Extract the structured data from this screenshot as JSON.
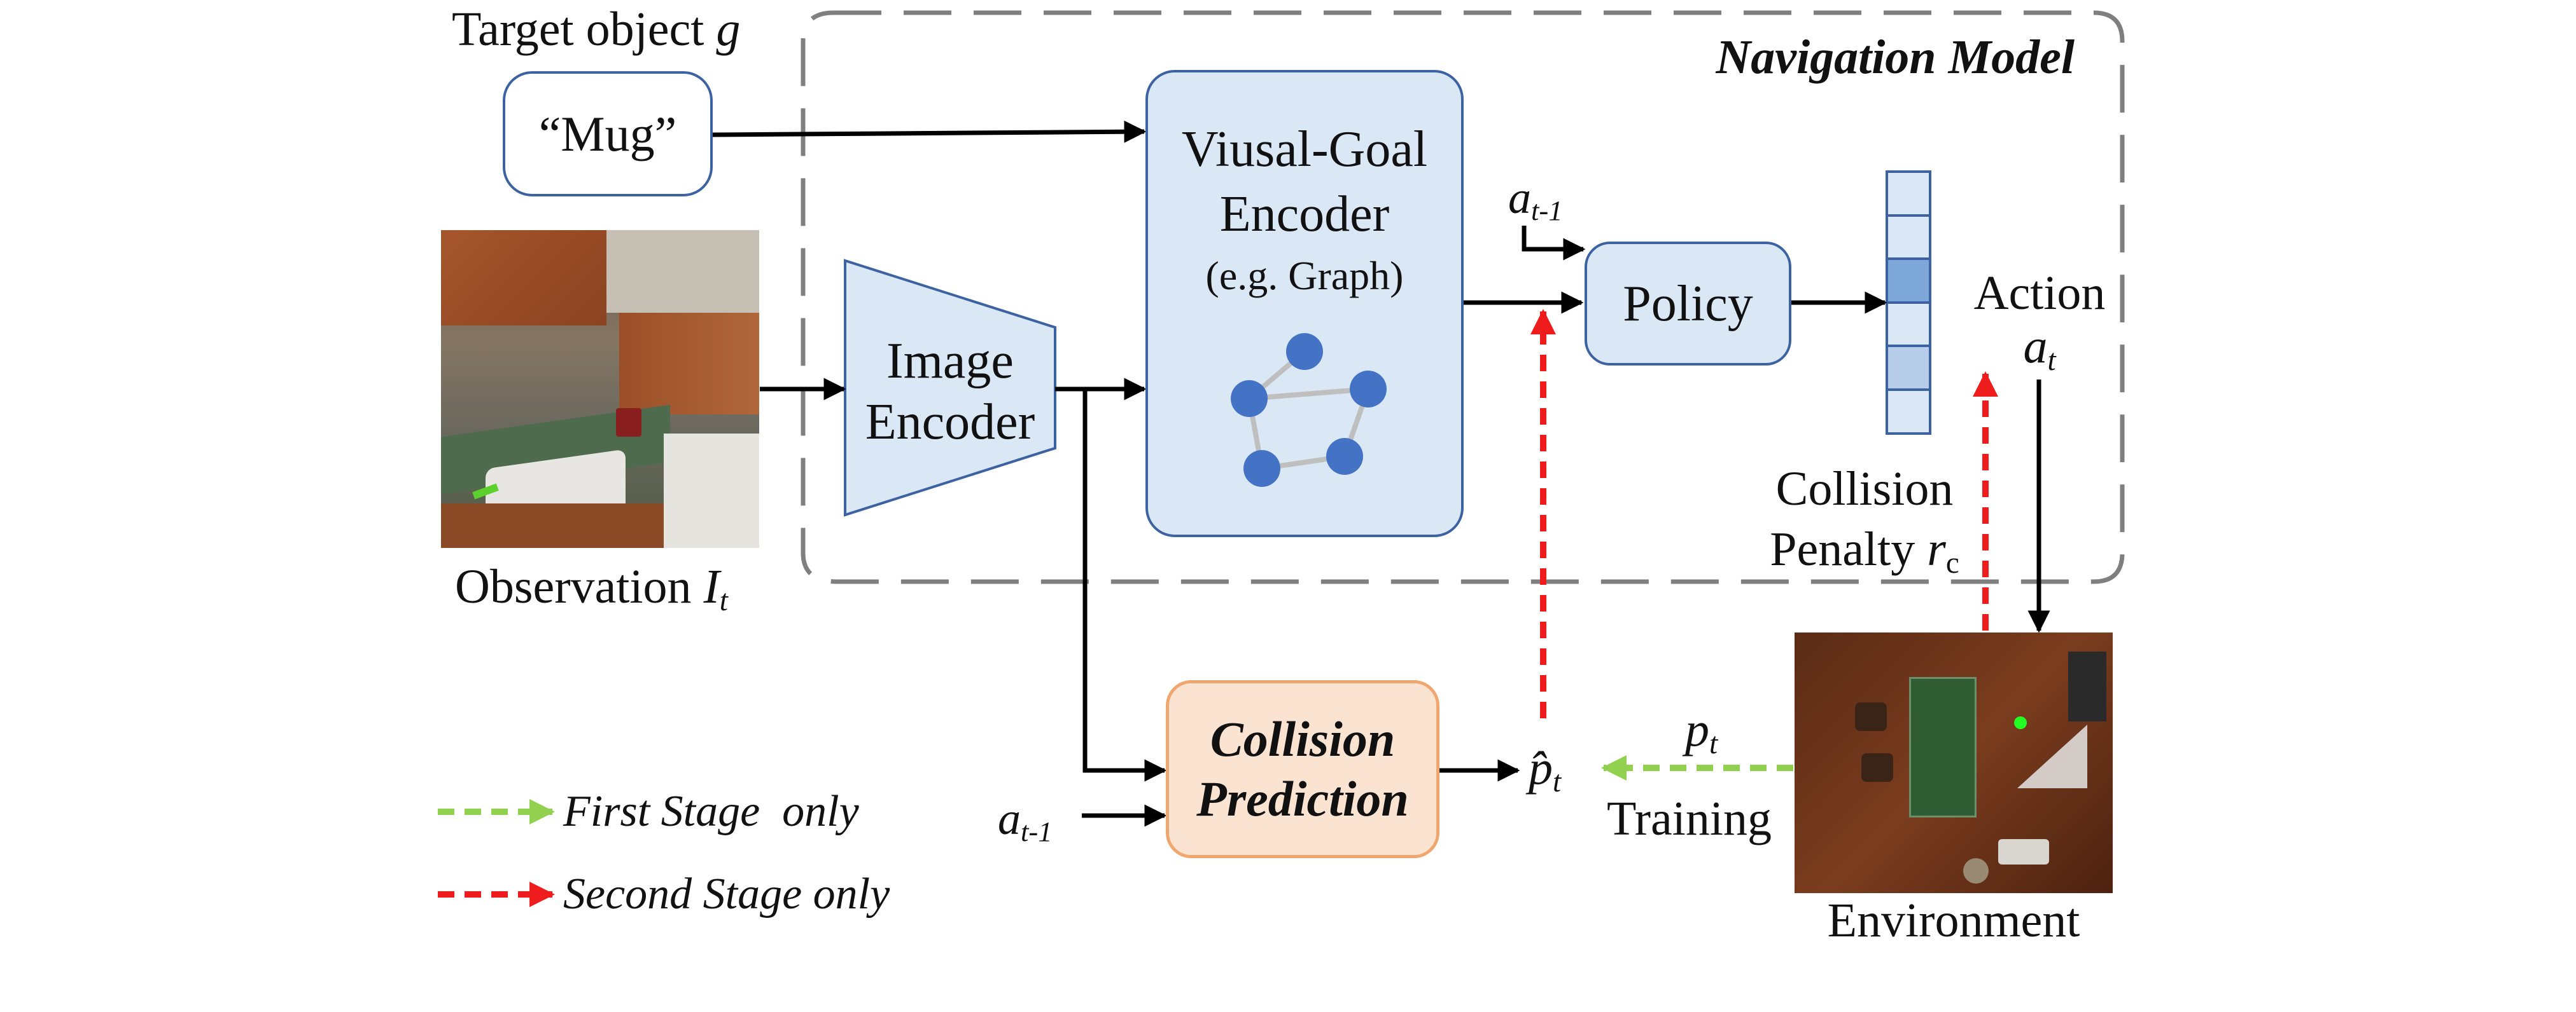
{
  "navigation_model": {
    "title": "Navigation Model"
  },
  "target": {
    "caption": "Target object",
    "caption_var": "g",
    "value": "“Mug”"
  },
  "observation": {
    "caption": "Observation",
    "caption_var": "I",
    "caption_sub": "t"
  },
  "image_encoder": {
    "line1": "Image",
    "line2": "Encoder"
  },
  "visual_goal_encoder": {
    "line1": "Viusal-Goal",
    "line2": "Encoder",
    "line3": "(e.g. Graph)"
  },
  "policy": {
    "label": "Policy",
    "prev_action_var": "a",
    "prev_action_sub": "t-1"
  },
  "action": {
    "label": "Action",
    "var": "a",
    "sub": "t"
  },
  "collision_penalty": {
    "line1": "Collision",
    "line2": "Penalty",
    "var": "r",
    "sub": "c"
  },
  "collision_prediction": {
    "line1": "Collision",
    "line2": "Prediction",
    "input_var": "a",
    "input_sub": "t-1"
  },
  "prediction_output": {
    "var": "p̂",
    "sub": "t"
  },
  "training": {
    "label": "Training",
    "var": "p",
    "sub": "t"
  },
  "environment": {
    "label": "Environment"
  },
  "legend": {
    "first_stage": "First Stage  only",
    "second_stage": "Second Stage only"
  },
  "colors": {
    "light_blue": "#dae7f5",
    "blue_border": "#3d62a1",
    "node": "#4472c4",
    "orange_fill": "#fbe3d2",
    "orange_border": "#f0a66f",
    "green_arrow": "#92d050",
    "red_arrow": "#ee1c1c",
    "dashed_frame": "#7f7f7f"
  }
}
